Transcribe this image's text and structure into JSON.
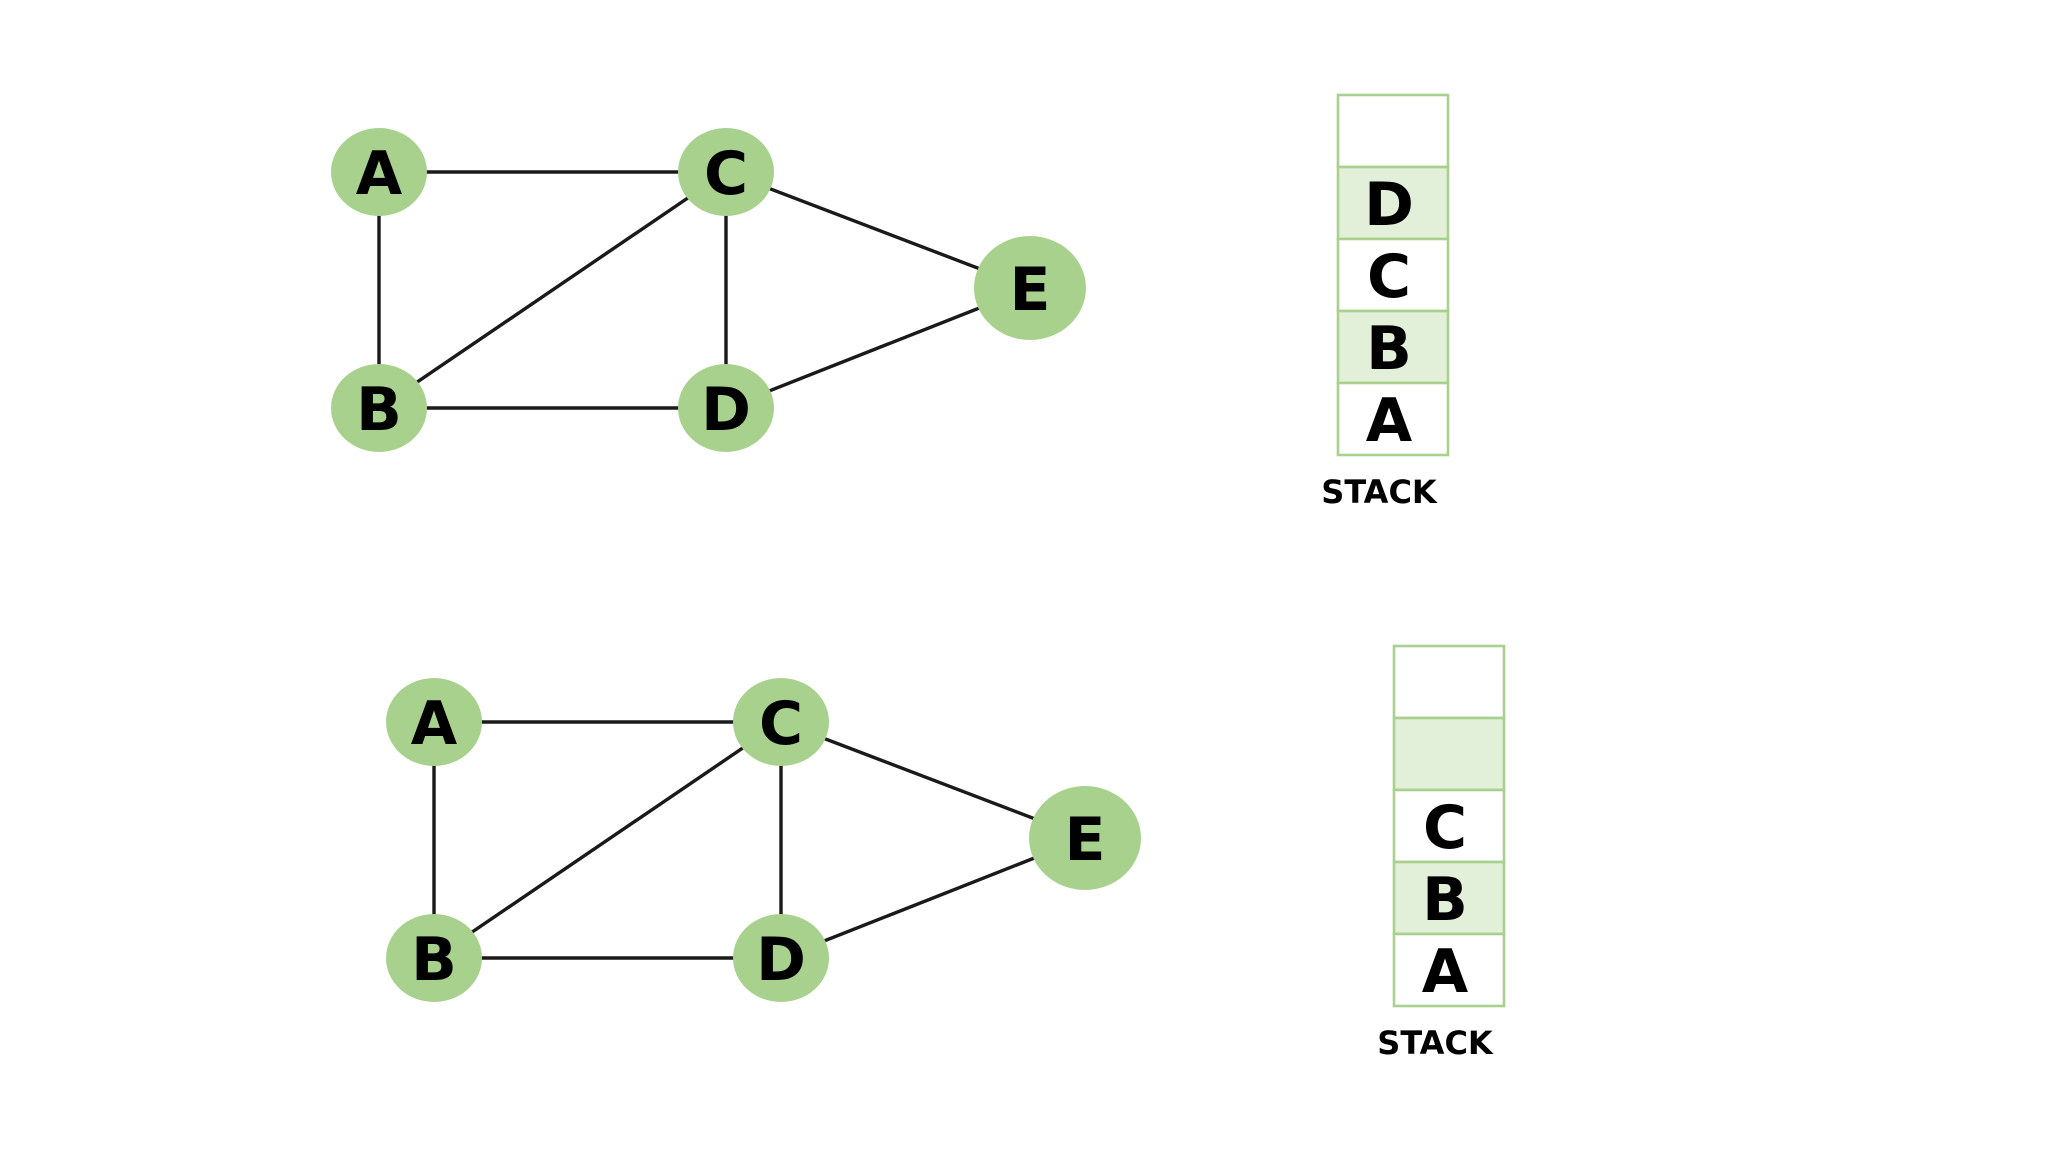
{
  "colors": {
    "node_fill": "#a9d18e",
    "edge_stroke": "#1a1a1a",
    "cell_border": "#a9d18e",
    "cell_fill_white": "#ffffff",
    "cell_fill_green": "#e2efd9",
    "text": "#000000",
    "background": "#ffffff"
  },
  "panels": [
    {
      "graph": {
        "nodes": [
          {
            "id": "A",
            "label": "A"
          },
          {
            "id": "B",
            "label": "B"
          },
          {
            "id": "C",
            "label": "C"
          },
          {
            "id": "D",
            "label": "D"
          },
          {
            "id": "E",
            "label": "E"
          }
        ],
        "edges": [
          [
            "A",
            "C"
          ],
          [
            "A",
            "B"
          ],
          [
            "B",
            "C"
          ],
          [
            "C",
            "D"
          ],
          [
            "B",
            "D"
          ],
          [
            "C",
            "E"
          ],
          [
            "D",
            "E"
          ]
        ]
      },
      "stack": {
        "caption": "STACK",
        "cells_top_to_bottom": [
          {
            "label": "",
            "fill": "white"
          },
          {
            "label": "D",
            "fill": "green"
          },
          {
            "label": "C",
            "fill": "white"
          },
          {
            "label": "B",
            "fill": "green"
          },
          {
            "label": "A",
            "fill": "white"
          }
        ]
      }
    },
    {
      "graph": {
        "nodes": [
          {
            "id": "A",
            "label": "A"
          },
          {
            "id": "B",
            "label": "B"
          },
          {
            "id": "C",
            "label": "C"
          },
          {
            "id": "D",
            "label": "D"
          },
          {
            "id": "E",
            "label": "E"
          }
        ],
        "edges": [
          [
            "A",
            "C"
          ],
          [
            "A",
            "B"
          ],
          [
            "B",
            "C"
          ],
          [
            "C",
            "D"
          ],
          [
            "B",
            "D"
          ],
          [
            "C",
            "E"
          ],
          [
            "D",
            "E"
          ]
        ]
      },
      "stack": {
        "caption": "STACK",
        "cells_top_to_bottom": [
          {
            "label": "",
            "fill": "white"
          },
          {
            "label": "",
            "fill": "green"
          },
          {
            "label": "C",
            "fill": "white"
          },
          {
            "label": "B",
            "fill": "green"
          },
          {
            "label": "A",
            "fill": "white"
          }
        ]
      }
    }
  ]
}
